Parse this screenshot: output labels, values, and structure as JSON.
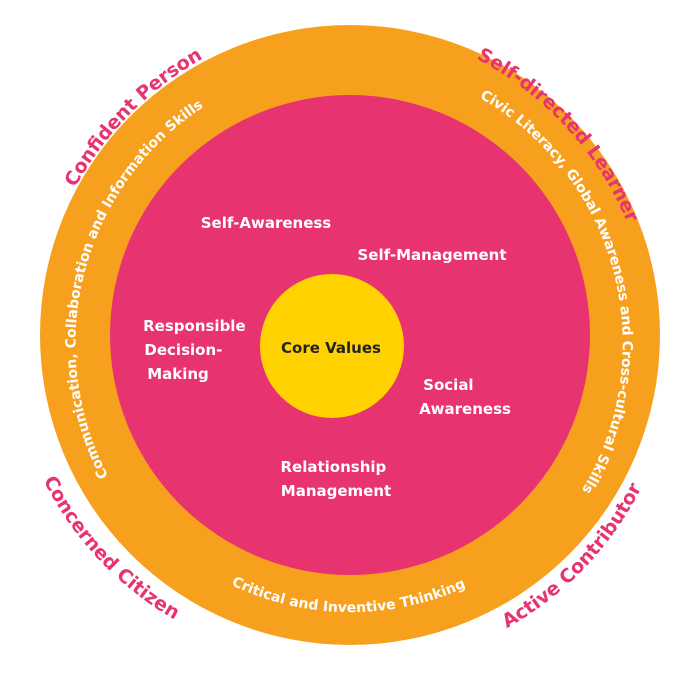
{
  "colors": {
    "background": "#ffffff",
    "outer_ring": "#f7a01d",
    "middle_circle": "#e7336f",
    "core_circle": "#ffd200",
    "outcome_text": "#e7336f",
    "ring_text": "#ffffff",
    "core_text": "#222222"
  },
  "outcomes": {
    "top_left": "Confident Person",
    "top_right": "Self-directed Learner",
    "bottom_left": "Concerned Citizen",
    "bottom_right": "Active Contributor"
  },
  "skills_ring": {
    "left": "Communication, Collaboration and Information Skills",
    "right": "Civic Literacy, Global Awareness and Cross-cultural Skills",
    "bottom": "Critical and Inventive Thinking"
  },
  "competencies": {
    "self_awareness": "Self-Awareness",
    "self_management": "Self-Management",
    "responsible_decision_making": [
      "Responsible",
      "Decision-",
      "Making"
    ],
    "social_awareness": [
      "Social",
      "Awareness"
    ],
    "relationship_management": [
      "Relationship",
      "Management"
    ]
  },
  "core": {
    "label": "Core Values"
  }
}
